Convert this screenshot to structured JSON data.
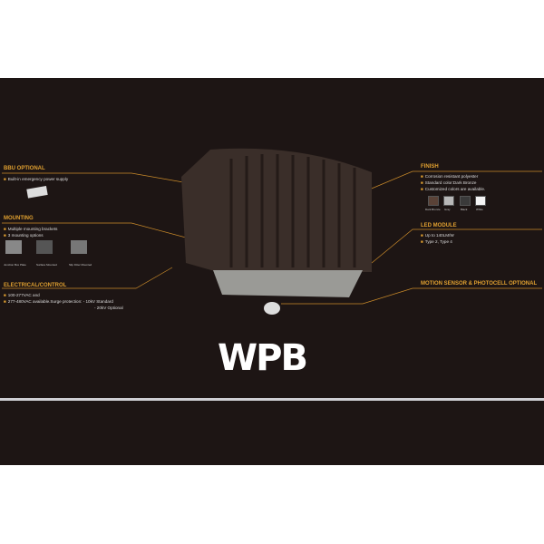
{
  "left": {
    "bbu": {
      "title": "BBU OPTIONAL",
      "items": [
        "Built-in emergency power supply"
      ]
    },
    "mounting": {
      "title": "MOUNTING",
      "items": [
        "Multiple mounting brackets",
        "3 mounting options"
      ],
      "options": [
        "Junction Box Plate",
        "Surface Mounted",
        "Slip Fitter Mounted"
      ]
    },
    "electrical": {
      "title": "ELECTRICAL/CONTROL",
      "items": [
        "100-277VAC and",
        "277-480VAC available.Surge protection: - 10kV Standard"
      ],
      "extra": "- 20kV Optional"
    }
  },
  "right": {
    "finish": {
      "title": "FINISH",
      "items": [
        "Corrosion resistant polyester",
        "Standard color:Dark Bronze",
        "Customized colors are available."
      ],
      "colors": [
        {
          "name": "Dark Bronze",
          "hex": "#5a4237"
        },
        {
          "name": "Gray",
          "hex": "#b8b8b8"
        },
        {
          "name": "Black",
          "hex": "#3a3a3a"
        },
        {
          "name": "White",
          "hex": "#f4f4f4"
        }
      ]
    },
    "led": {
      "title": "LED MODULE",
      "items": [
        "Up to 140LM/W",
        "Type 2, Type 4"
      ]
    },
    "sensor": {
      "title": "MOTION SENSOR & PHOTOCELL OPTIONAL"
    }
  },
  "logo": "WPB",
  "accent": "#e0a030"
}
